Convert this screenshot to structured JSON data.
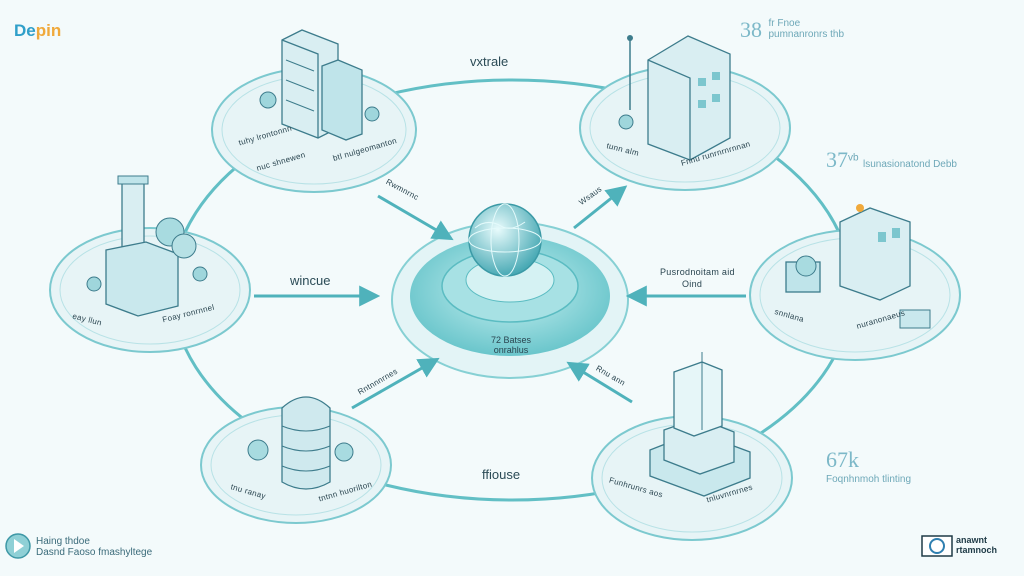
{
  "brand": {
    "part1": "De",
    "part2": "pin"
  },
  "stats": {
    "top_right_number": "38",
    "top_right_text_a": "fr Fnoe",
    "top_right_text_b": "pumnanronrs thb",
    "mid_right_number": "37",
    "mid_right_unit": "vb",
    "mid_right_text": "lsunasionatond Debb",
    "bottom_right_number": "67k",
    "bottom_right_text": "Foqnhnmoh tlinting"
  },
  "edges": {
    "top": "vxtrale",
    "left": "wincue",
    "bottom": "ffiouse",
    "right_a": "Pusrodnoitam aid",
    "right_b": "Oind"
  },
  "arrow_labels": {
    "top_left": "Rwmnrnc",
    "top_right": "Wsaus",
    "bottom_left": "Rntnnnrnes",
    "bottom_right": "Rnu ann"
  },
  "hub": {
    "line1": "72 Batses",
    "line2": "onrahlus"
  },
  "node_labels": {
    "top_left_a": "tuhy lrontonnn",
    "top_left_b": "nuc shnewen",
    "top_left_c": "btl nulgeomanton",
    "left_a": "eay llun",
    "left_b": "Foay ronrnnel",
    "top_right_a": "tunn alm",
    "top_right_b": "Fnnu runrnrnrnnan",
    "right_a": "snnlana",
    "right_b": "nuranonaeus",
    "bottom_left_a": "tnu ranay",
    "bottom_left_b": "tntnn huorilton",
    "bottom_right_a": "Funhrunrs aos",
    "bottom_right_b": "tnluvnrnrnes"
  },
  "footer": {
    "line1": "Haing thdoe",
    "line2": "Dasnd Faoso fmashyltege",
    "stamp_text_a": "anawnt",
    "stamp_text_b": "rtamnoch"
  },
  "colors": {
    "teal": "#58b9c0",
    "teal_light": "#c8e9ec",
    "disc": "#e8f4f6",
    "hub": "#7fcfd2",
    "accent_orange": "#f0a93b",
    "accent_blue": "#2f9fc9"
  }
}
